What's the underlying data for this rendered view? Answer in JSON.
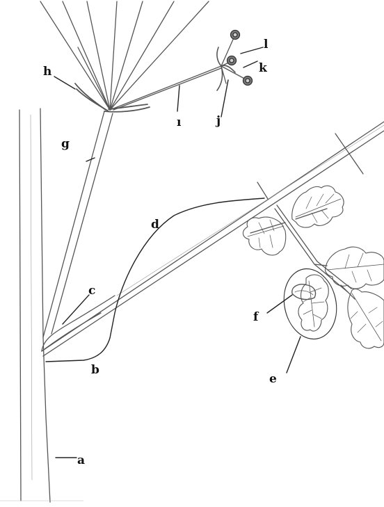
{
  "labels": {
    "a": "a",
    "b": "b",
    "c": "c",
    "d": "d",
    "e": "e",
    "f": "f",
    "g": "g",
    "h": "h",
    "i": "ı",
    "j": "j",
    "k": "k",
    "l": "l"
  },
  "colors": {
    "pencil": "#555555",
    "label": "#111111",
    "paper": "#ffffff"
  }
}
